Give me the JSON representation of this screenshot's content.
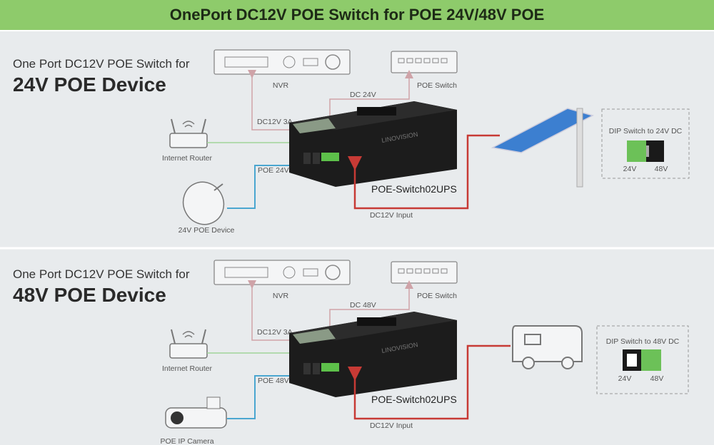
{
  "header": {
    "title": "OnePort DC12V POE Switch for POE 24V/48V POE"
  },
  "colors": {
    "header_bg": "#8ecb6b",
    "dc12v_line": "#cfa3a8",
    "router_line": "#9fd49a",
    "poe_line": "#4aa6d0",
    "input_line": "#c73a35",
    "dip_green": "#6cc158"
  },
  "panels": [
    {
      "title_line1": "One Port DC12V POE Switch for",
      "title_line2": "24V POE Device",
      "nvr": "NVR",
      "poe_switch": "POE Switch",
      "dc_out": "DC 24V",
      "dc12v_3a": "DC12V 3A",
      "router": "Internet Router",
      "poe_out": "POE 24V",
      "device": "24V POE Device",
      "brand": "LINOVISION",
      "model": "POE-Switch02UPS",
      "input": "DC12V Input",
      "power_source_icon": "solar-panel-icon",
      "dip_title": "DIP Switch to 24V DC",
      "dip_left": "24V",
      "dip_right": "48V",
      "dip_position": "24V"
    },
    {
      "title_line1": "One Port DC12V POE Switch for",
      "title_line2": "48V POE Device",
      "nvr": "NVR",
      "poe_switch": "POE Switch",
      "dc_out": "DC 48V",
      "dc12v_3a": "DC12V 3A",
      "router": "Internet Router",
      "poe_out": "POE 48V",
      "device": "POE IP Camera",
      "brand": "LINOVISION",
      "model": "POE-Switch02UPS",
      "input": "DC12V Input",
      "power_source_icon": "camper-van-icon",
      "dip_title": "DIP Switch to 48V DC",
      "dip_left": "24V",
      "dip_right": "48V",
      "dip_position": "48V"
    }
  ]
}
